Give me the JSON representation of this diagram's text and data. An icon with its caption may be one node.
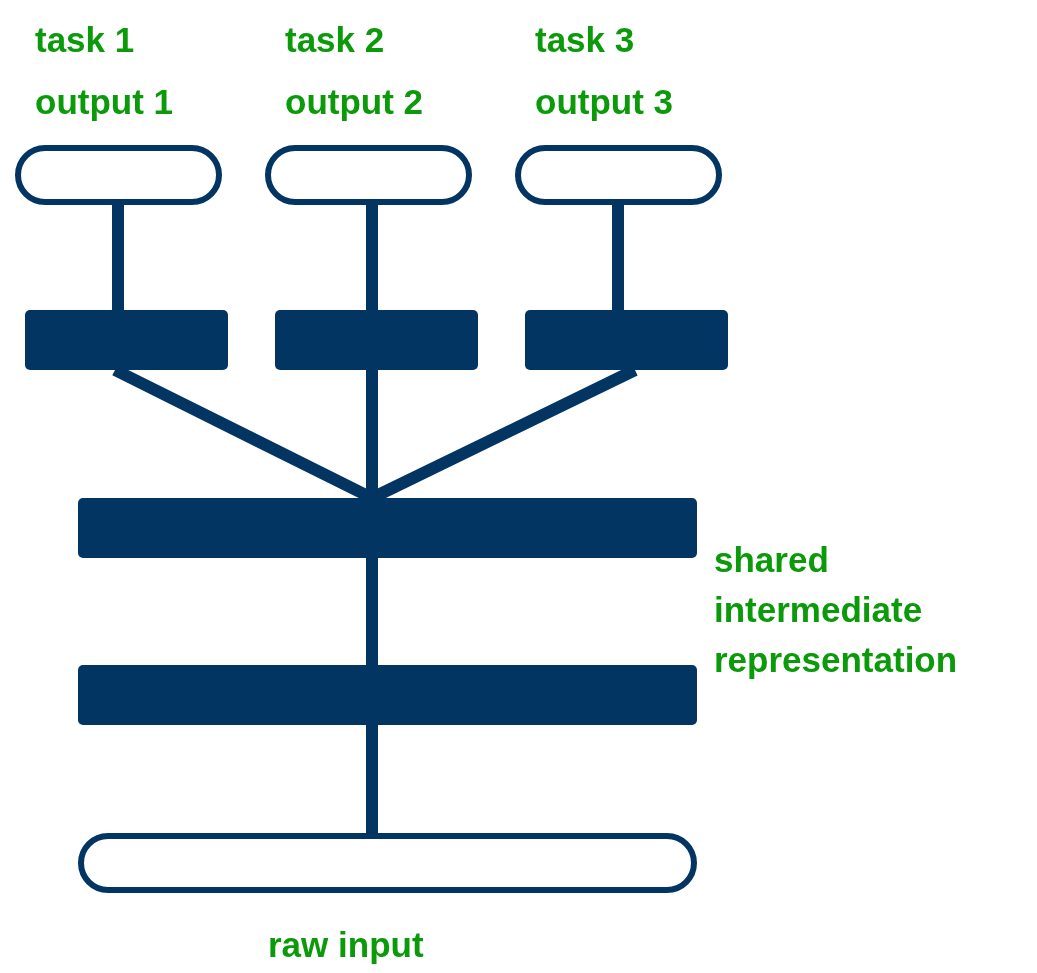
{
  "diagram": {
    "nodes": [
      {
        "text": [
          "task 1",
          "output 1"
        ]
      },
      {
        "text": [
          "task 2",
          "output 2"
        ]
      },
      {
        "text": [
          "task 3",
          "output 3"
        ]
      },
      {
        "text": [],
        "shape": "bar"
      },
      {
        "text": [],
        "shape": "bar"
      },
      {
        "text": [],
        "shape": "bar"
      },
      {
        "text": [],
        "shape": "bar"
      },
      {
        "text": [],
        "shape": "bar"
      },
      {
        "text": [
          "raw input"
        ]
      }
    ],
    "edges": [
      {
        "from": 3,
        "to": 0,
        "arrow": "none"
      },
      {
        "from": 4,
        "to": 1,
        "arrow": "none"
      },
      {
        "from": 5,
        "to": 2,
        "arrow": "none"
      },
      {
        "from": 6,
        "to": 3,
        "arrow": "none"
      },
      {
        "from": 6,
        "to": 4,
        "arrow": "none"
      },
      {
        "from": 6,
        "to": 5,
        "arrow": "none"
      },
      {
        "from": 7,
        "to": 6,
        "arrow": "none"
      },
      {
        "from": 8,
        "to": 7,
        "arrow": "none"
      }
    ],
    "labels": [
      "shared intermediate representation"
    ]
  }
}
